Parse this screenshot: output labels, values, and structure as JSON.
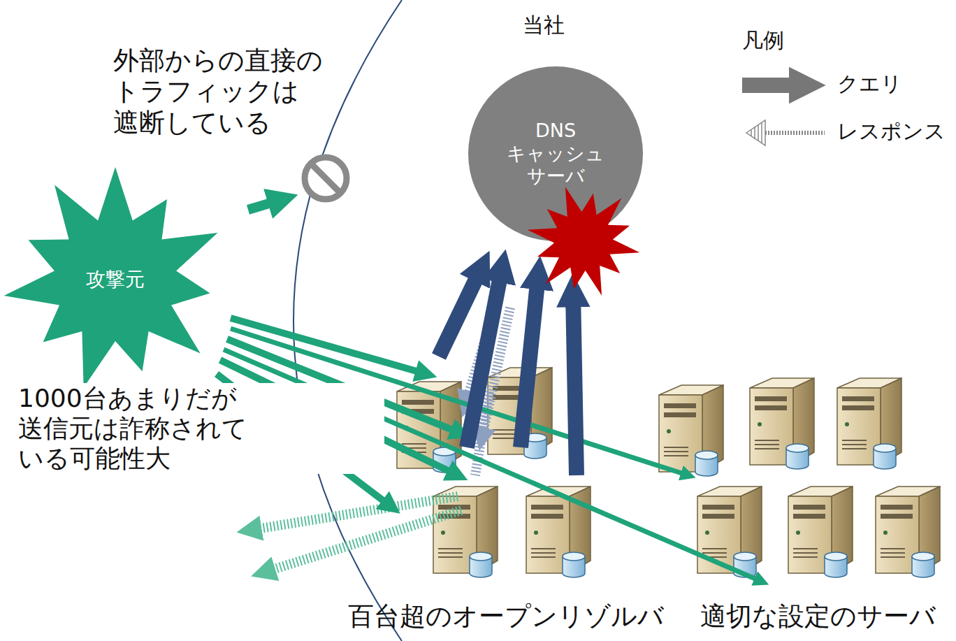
{
  "diagram": {
    "nodes": [
      {
        "text": [
          "攻撃元"
        ]
      },
      {
        "text": [
          "DNS キャッシュ サーバ"
        ]
      }
    ],
    "labels": [
      "当社",
      "外部からの直接の トラフィックは 遮断している",
      "1000台あまりだが 送信元は詐称されて いる可能性大",
      "百台超のオープンリゾルバ",
      "適切な設定のサーバ",
      "凡例"
    ],
    "legend": [
      {
        "text": "クエリ"
      },
      {
        "text": "レスポンス"
      }
    ]
  }
}
